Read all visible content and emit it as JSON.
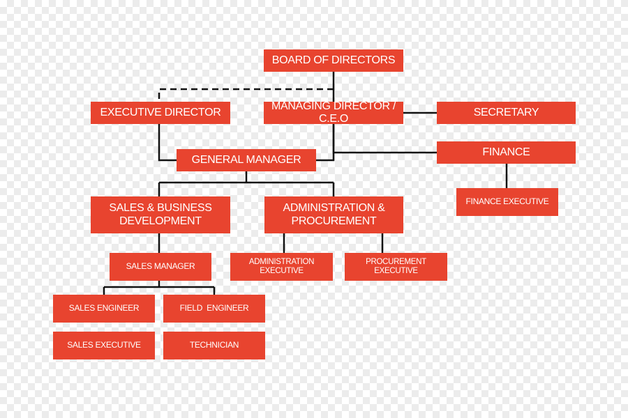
{
  "org_chart": {
    "board_of_directors": "BOARD OF DIRECTORS",
    "executive_director": "EXECUTIVE DIRECTOR",
    "managing_director": "MANAGING DIRECTOR / C.E.O",
    "secretary": "SECRETARY",
    "finance": "FINANCE",
    "general_manager": "GENERAL MANAGER",
    "finance_executive": "FINANCE EXECUTIVE",
    "sales_business_development": "SALES & BUSINESS\nDEVELOPMENT",
    "administration_procurement": "ADMINISTRATION &\nPROCUREMENT",
    "sales_manager": "SALES MANAGER",
    "administration_executive": "ADMINISTRATION\nEXECUTIVE",
    "procurement_executive": "PROCUREMENT\nEXECUTIVE",
    "sales_engineer": "SALES ENGINEER",
    "field_engineer": "FIELD  ENGINEER",
    "sales_executive": "SALES EXECUTIVE",
    "technician": "TECHNICIAN"
  },
  "colors": {
    "box_fill": "#e8442f",
    "box_text": "#ffffff",
    "connector": "#111111"
  }
}
